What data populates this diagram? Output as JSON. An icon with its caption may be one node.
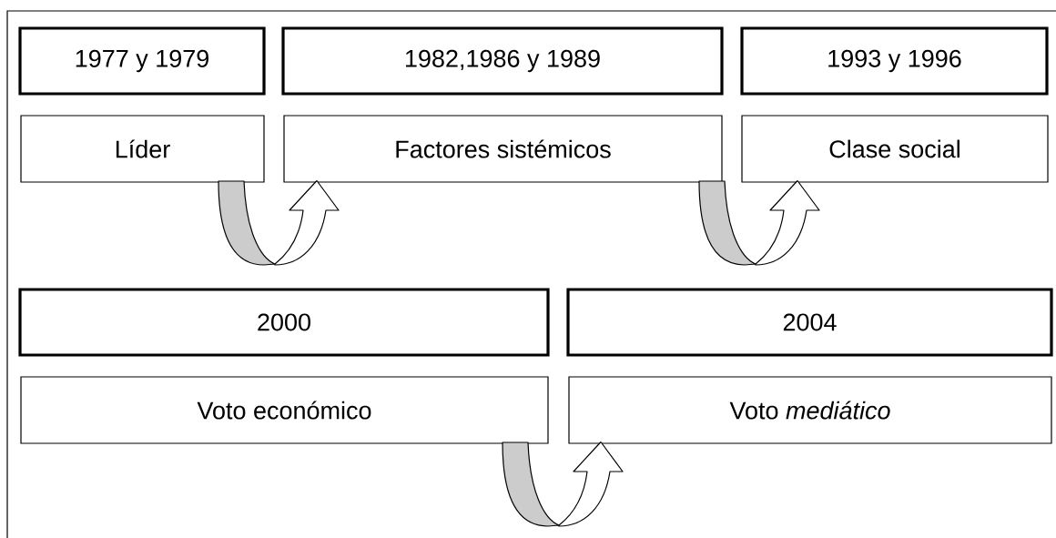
{
  "diagram": {
    "nodes": [
      {
        "text": [
          "1977 y 1979"
        ]
      },
      {
        "text": [
          "1982,1986 y 1989"
        ]
      },
      {
        "text": [
          "1993 y 1996"
        ]
      },
      {
        "text": [
          "Líder"
        ]
      },
      {
        "text": [
          "Factores sistémicos"
        ]
      },
      {
        "text": [
          "Clase social"
        ]
      },
      {
        "text": [
          "2000"
        ]
      },
      {
        "text": [
          "2004"
        ]
      },
      {
        "text": [
          "Voto económico"
        ]
      },
      {
        "text": [
          "Voto *mediático*"
        ]
      }
    ],
    "edges": [
      {
        "from": 3,
        "to": 4,
        "arrow": "to"
      },
      {
        "from": 4,
        "to": 5,
        "arrow": "to"
      },
      {
        "from": 8,
        "to": 9,
        "arrow": "to"
      }
    ]
  }
}
